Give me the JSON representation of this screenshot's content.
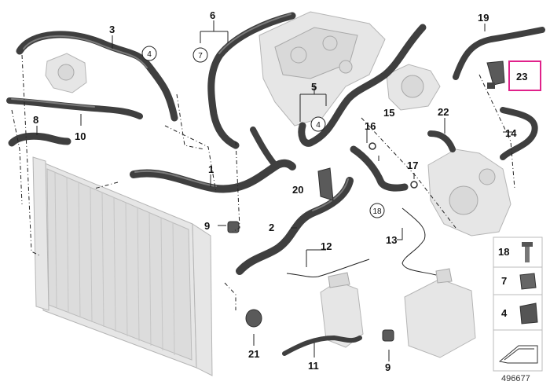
{
  "diagram_id": "496677",
  "labels": {
    "l1": "1",
    "l2": "2",
    "l3": "3",
    "l5": "5",
    "l6": "6",
    "l8": "8",
    "l9a": "9",
    "l9b": "9",
    "l10": "10",
    "l11": "11",
    "l12": "12",
    "l13": "13",
    "l14": "14",
    "l15": "15",
    "l16": "16",
    "l17": "17",
    "l19": "19",
    "l20": "20",
    "l21": "21",
    "l22": "22",
    "l23": "23"
  },
  "circled_refs": {
    "c4a": "4",
    "c4b": "4",
    "c7": "7",
    "c18": "18"
  },
  "legend": {
    "items": [
      "18",
      "7",
      "4"
    ]
  },
  "highlight_color": "#e0218a"
}
